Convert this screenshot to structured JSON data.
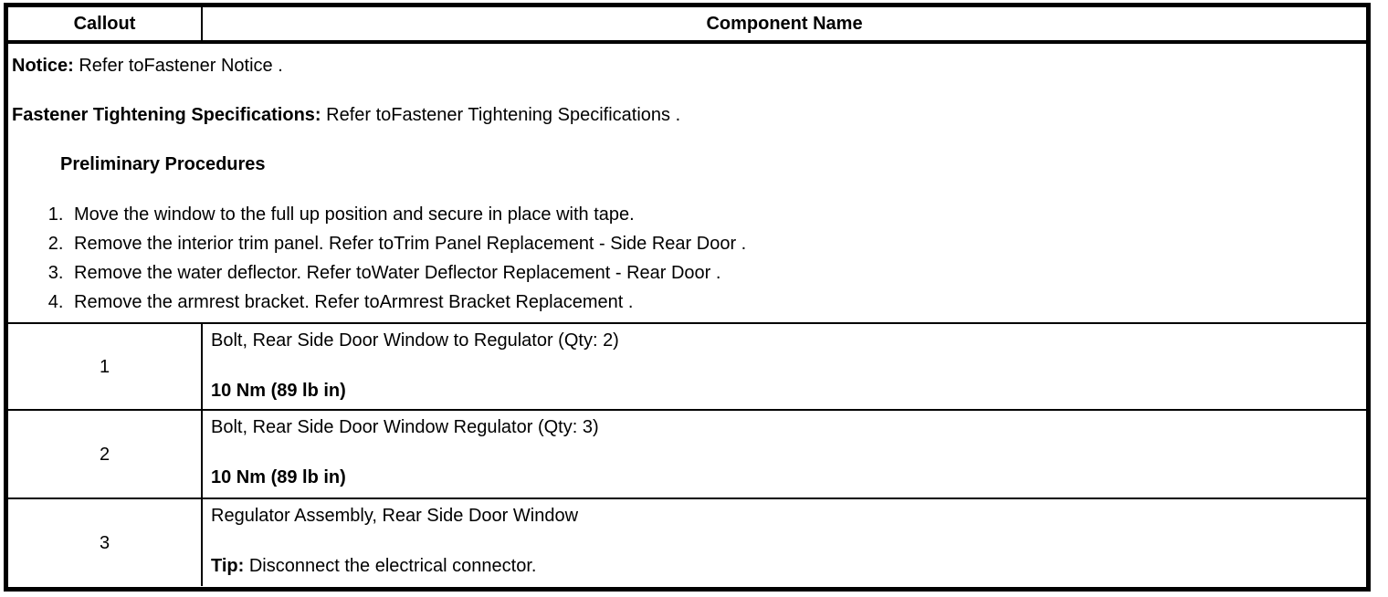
{
  "table": {
    "header": {
      "callout": "Callout",
      "component": "Component Name"
    },
    "notes": {
      "notice_label": "Notice:",
      "notice_text": " Refer toFastener Notice .",
      "fastener_label": "Fastener Tightening Specifications:",
      "fastener_text": " Refer toFastener Tightening Specifications .",
      "preliminary_title": "Preliminary Procedures",
      "steps": [
        "Move the window to the full up position and secure in place with tape.",
        "Remove the interior trim panel. Refer toTrim Panel Replacement - Side Rear Door .",
        "Remove the water deflector. Refer toWater Deflector Replacement - Rear Door .",
        "Remove the armrest bracket. Refer toArmrest Bracket Replacement ."
      ]
    },
    "rows": [
      {
        "callout": "1",
        "component": "Bolt, Rear Side Door Window to Regulator (Qty: 2)",
        "spec_bold": "10 Nm (89 lb in)",
        "spec_rest": ""
      },
      {
        "callout": "2",
        "component": "Bolt, Rear Side Door Window Regulator (Qty: 3)",
        "spec_bold": "10 Nm (89 lb in)",
        "spec_rest": ""
      },
      {
        "callout": "3",
        "component": "Regulator Assembly, Rear Side Door Window",
        "spec_bold": "Tip:",
        "spec_rest": " Disconnect the electrical connector."
      }
    ]
  },
  "colors": {
    "border": "#000000",
    "background": "#ffffff",
    "text": "#000000"
  }
}
